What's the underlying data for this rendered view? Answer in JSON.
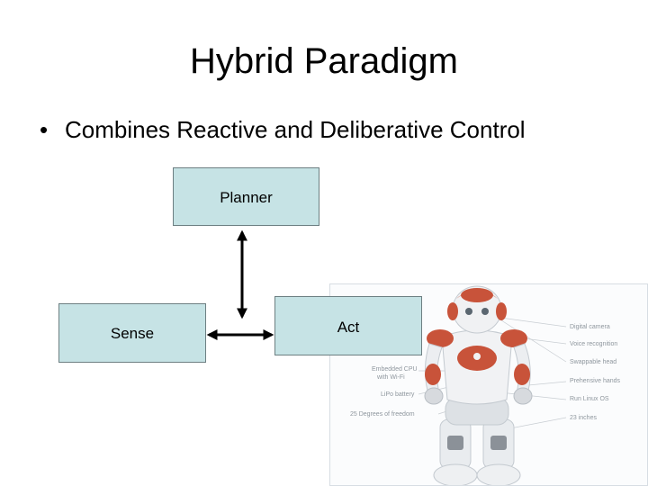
{
  "slide": {
    "title": "Hybrid Paradigm",
    "bullet": "Combines Reactive and Deliberative Control"
  },
  "diagram": {
    "planner_label": "Planner",
    "sense_label": "Sense",
    "act_label": "Act",
    "box_fill": "#c6e3e5",
    "arrow_color": "#000000"
  },
  "robot_image": {
    "right_labels": [
      "Digital camera",
      "Voice recognition",
      "Swappable head",
      "Prehensive hands",
      "Run Linux OS",
      "23 inches"
    ],
    "left_labels": [
      "Embedded CPU",
      "with Wi-Fi",
      "LiPo battery",
      "25 Degrees of freedom"
    ],
    "accent_color": "#c8533a"
  }
}
